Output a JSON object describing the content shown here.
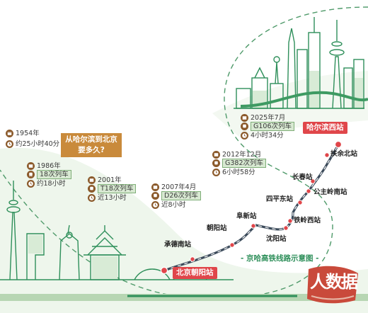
{
  "question": {
    "line1": "从哈尔滨到北京",
    "line2": "要多久?"
  },
  "timeline": [
    {
      "year": "1954年",
      "train": "",
      "duration": "约25小时40分"
    },
    {
      "year": "1986年",
      "train": "18次列车",
      "duration": "约18小时"
    },
    {
      "year": "2001年",
      "train": "T18次列车",
      "duration": "近13小时"
    },
    {
      "year": "2007年4月",
      "train": "D26次列车",
      "duration": "近8小时"
    },
    {
      "year": "2012年12月",
      "train": "G382次列车",
      "duration": "6小时58分"
    },
    {
      "year": "2025年7月",
      "train": "G106次列车",
      "duration": "4小时34分"
    }
  ],
  "stations": {
    "end_north": "哈尔滨西站",
    "end_south": "北京朝阳站",
    "intermediate": [
      "扶余北站",
      "长春站",
      "公主岭南站",
      "四平东站",
      "铁岭西站",
      "沈阳站",
      "阜新站",
      "朝阳站",
      "承德南站"
    ]
  },
  "map_title": "- 京哈高铁线路示意图 -",
  "brand": {
    "text": "人数据"
  },
  "colors": {
    "accent_green": "#2e8f5a",
    "rail_red": "#e0464a",
    "question_bg": "#c98a3b",
    "chip_bg": "#d8e9d2",
    "rail_dark": "#3b4a5a"
  },
  "icons": [
    "calendar-icon",
    "train-icon",
    "clock-icon"
  ]
}
